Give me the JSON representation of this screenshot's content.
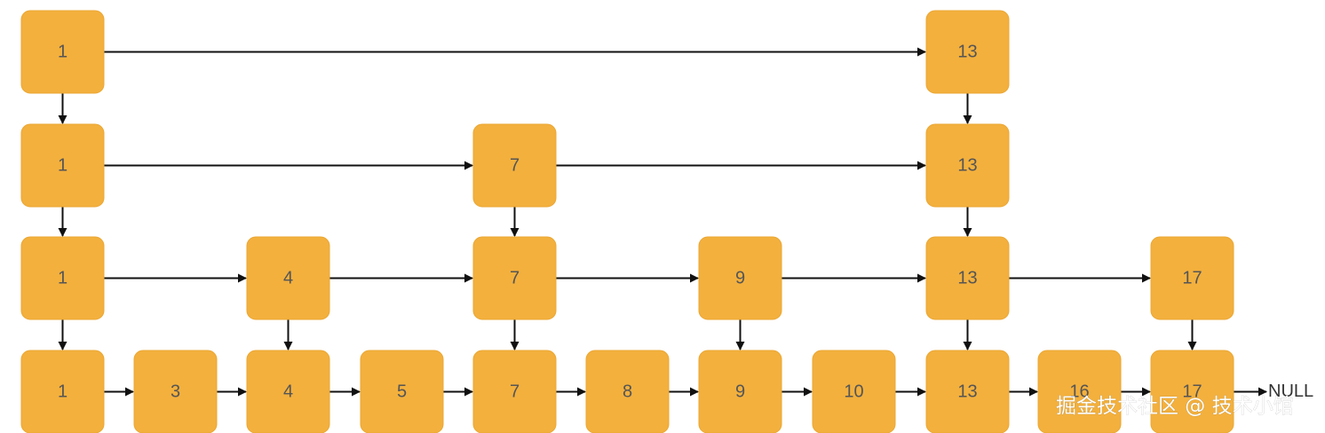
{
  "diagram": {
    "title": "",
    "levels": [
      {
        "level": 3,
        "nodes": [
          "1",
          "13"
        ]
      },
      {
        "level": 2,
        "nodes": [
          "1",
          "7",
          "13"
        ]
      },
      {
        "level": 1,
        "nodes": [
          "1",
          "4",
          "7",
          "9",
          "13",
          "17"
        ]
      },
      {
        "level": 0,
        "nodes": [
          "1",
          "3",
          "4",
          "5",
          "7",
          "8",
          "9",
          "10",
          "13",
          "16",
          "17"
        ]
      }
    ],
    "terminal_label": "NULL",
    "watermark": "掘金技术社区 @ 技术小馆",
    "colors": {
      "node_fill": "#f3b03d",
      "node_text": "#555555",
      "edge": "#111111",
      "background": "#ffffff"
    }
  }
}
